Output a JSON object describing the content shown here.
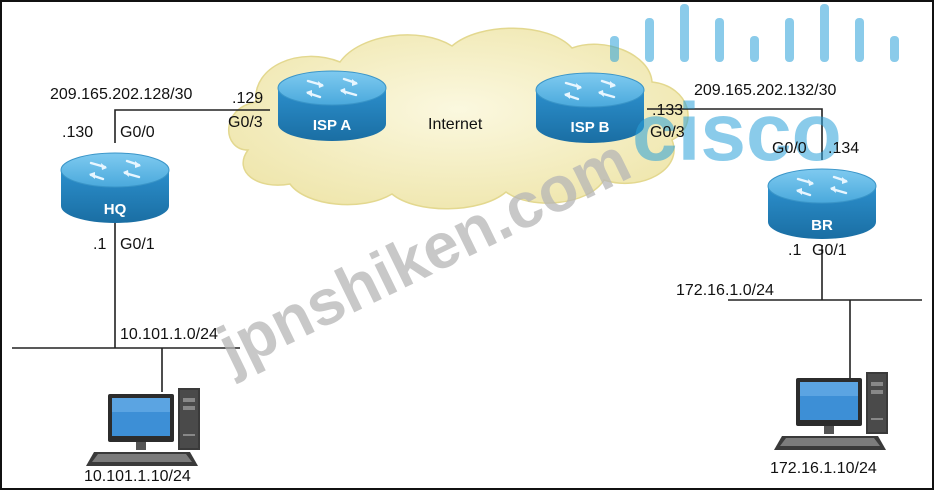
{
  "cloud": {
    "label": "Internet"
  },
  "routers": {
    "hq": {
      "name": "HQ"
    },
    "ispa": {
      "name": "ISP A"
    },
    "ispb": {
      "name": "ISP B"
    },
    "br": {
      "name": "BR"
    }
  },
  "links": {
    "hq_ispa": {
      "network": "209.165.202.128/30",
      "hq_host": ".130",
      "hq_iface": "G0/0",
      "isp_host": ".129",
      "isp_iface": "G0/3"
    },
    "br_ispb": {
      "network": "209.165.202.132/30",
      "isp_host": ".133",
      "isp_iface": "G0/3",
      "br_iface": "G0/0",
      "br_host": ".134"
    }
  },
  "lans": {
    "hq": {
      "host": ".1",
      "iface": "G0/1",
      "network": "10.101.1.0/24",
      "pc_ip": "10.101.1.10/24"
    },
    "br": {
      "host": ".1",
      "iface": "G0/1",
      "network": "172.16.1.0/24",
      "pc_ip": "172.16.1.10/24"
    }
  },
  "watermarks": {
    "site": "jpnshiken.com",
    "brand": "cisco"
  },
  "colors": {
    "router_top": "#5cb8e6",
    "router_side": "#1f7fb8",
    "cloud": "#f7f1c6",
    "watermark": "#bdbdbd",
    "cisco": "#2aa0d8"
  }
}
